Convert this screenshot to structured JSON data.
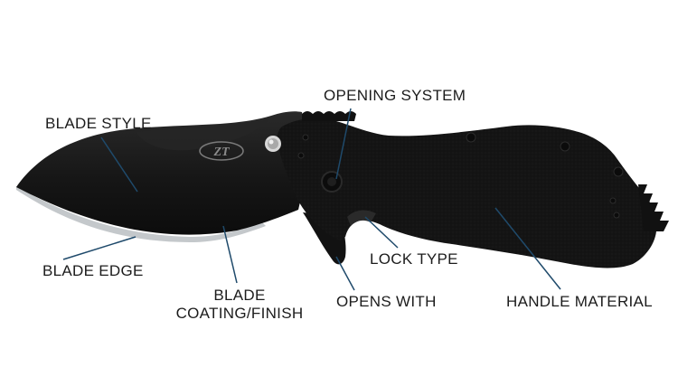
{
  "colors": {
    "background": "#ffffff",
    "knife_body": "#111111",
    "handle_body": "#151515",
    "blade_edge": "#bfc3c6",
    "leader_line": "#1f4a6b",
    "label_text": "#1c1c1c"
  },
  "logo": {
    "text": "ZT"
  },
  "labels": {
    "blade_style": "BLADE STYLE",
    "opening_system": "OPENING SYSTEM",
    "blade_edge": "BLADE EDGE",
    "lock_type": "LOCK TYPE",
    "blade_coating_line1": "BLADE",
    "blade_coating_line2": "COATING/FINISH",
    "opens_with": "OPENS WITH",
    "handle_material": "HANDLE MATERIAL"
  }
}
